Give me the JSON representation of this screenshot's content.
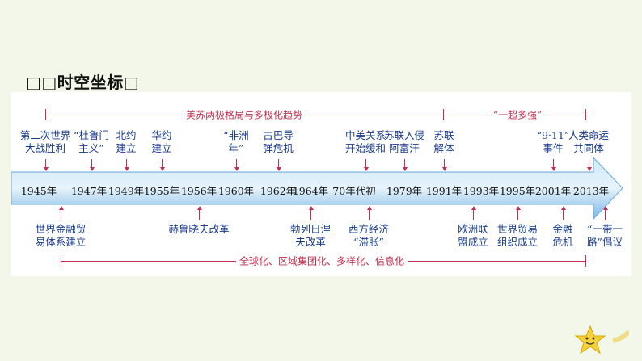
{
  "title": "□□时空坐标□",
  "periods": {
    "top_left": "美苏两极格局与多极化趋势",
    "top_right": "“一超多强”",
    "bottom": "全球化、区域集团化、多样化、信息化"
  },
  "years": [
    "1945年",
    "1947年",
    "1949年",
    "1955年",
    "1956年",
    "1960年",
    "1962年",
    "1964年",
    "70年代初",
    "1979年",
    "1991年",
    "1993年",
    "1995年",
    "2001年",
    "2013年"
  ],
  "events_above": [
    {
      "l1": "第二次世界",
      "l2": "大战胜利"
    },
    {
      "l1": "“杜鲁门",
      "l2": "主义”"
    },
    {
      "l1": "北约",
      "l2": "建立"
    },
    {
      "l1": "华约",
      "l2": "建立"
    },
    {
      "l1": "“非洲",
      "l2": "年”"
    },
    {
      "l1": "古巴导",
      "l2": "弹危机"
    },
    {
      "l1": "中美关系",
      "l2": "开始缓和"
    },
    {
      "l1": "苏联入侵",
      "l2": "阿富汗"
    },
    {
      "l1": "苏联",
      "l2": "解体"
    },
    {
      "l1": "“9·11”",
      "l2": "事件"
    },
    {
      "l1": "人类命运",
      "l2": "共同体"
    }
  ],
  "events_below": [
    {
      "l1": "世界金融贸",
      "l2": "易体系建立"
    },
    {
      "l1": "赫鲁晓夫改革",
      "l2": ""
    },
    {
      "l1": "勃列日涅",
      "l2": "夫改革"
    },
    {
      "l1": "西方经济",
      "l2": "“滞胀”"
    },
    {
      "l1": "欧洲联",
      "l2": "盟成立"
    },
    {
      "l1": "世界贸易",
      "l2": "组织成立"
    },
    {
      "l1": "金融",
      "l2": "危机"
    },
    {
      "l1": "“一带一",
      "l2": "路”倡议"
    }
  ],
  "colors": {
    "arrow_fill_light": "#cde7f6",
    "arrow_fill_dark": "#7ab6e6",
    "accent_red": "#c0304f",
    "event_blue": "#173a8c",
    "background": "#f3f7e9"
  },
  "icons": {
    "decoration": "smiling-star-icon"
  }
}
